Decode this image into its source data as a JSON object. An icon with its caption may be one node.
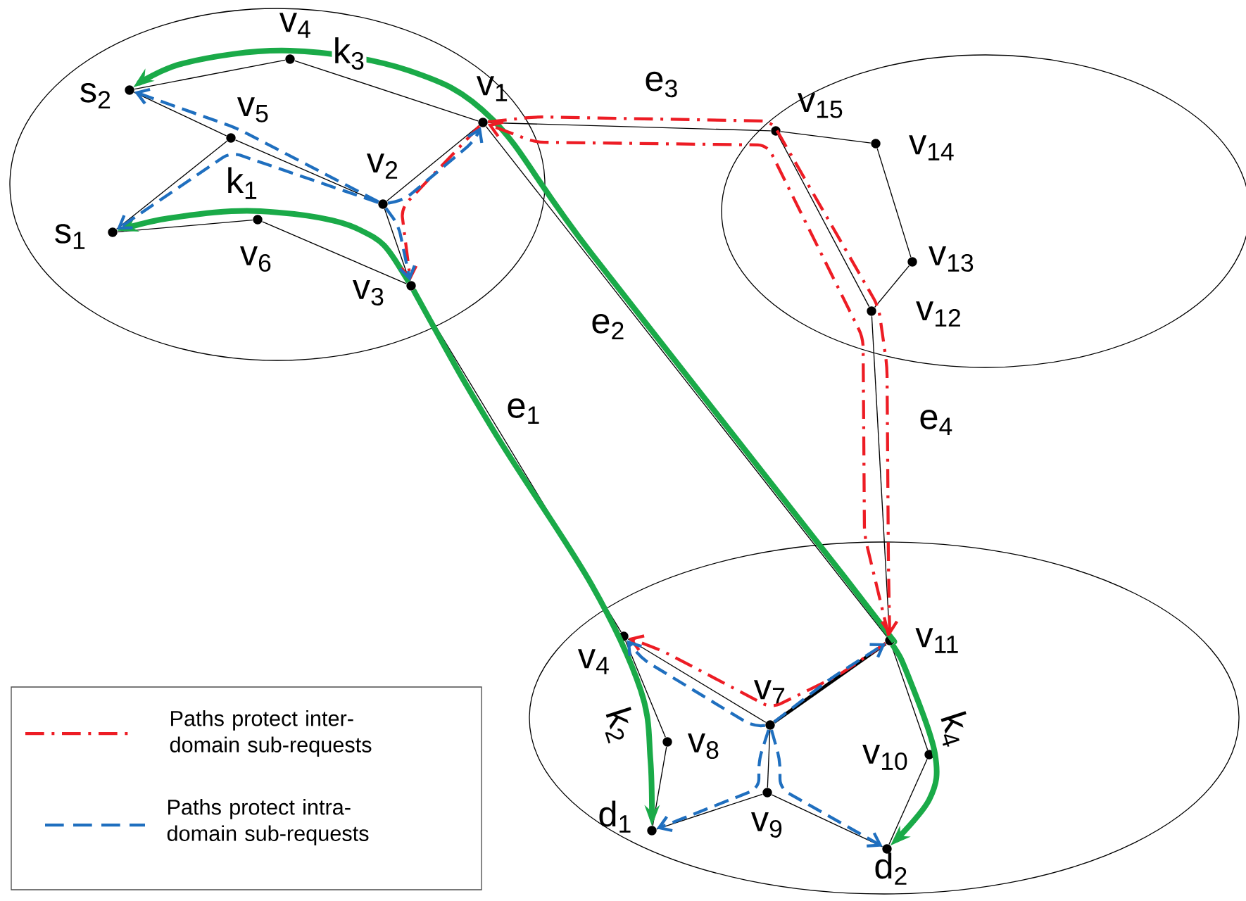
{
  "diagram": {
    "nodes": [
      {
        "text": [],
        "shape": "ellipse"
      },
      {
        "text": [
          "s$_{2}$"
        ],
        "in": 0
      },
      {
        "text": [
          "v$_{4}$"
        ],
        "in": 0
      },
      {
        "text": [
          "v$_{1}$"
        ],
        "in": 0
      },
      {
        "text": [
          "v$_{5}$"
        ],
        "in": 0
      },
      {
        "text": [
          "v$_{2}$"
        ],
        "in": 0
      },
      {
        "text": [
          "s$_{1}$"
        ],
        "in": 0
      },
      {
        "text": [
          "v$_{6}$"
        ],
        "in": 0
      },
      {
        "text": [
          "v$_{3}$"
        ],
        "in": 0
      },
      {
        "text": [],
        "shape": "ellipse"
      },
      {
        "text": [
          "v$_{15}$"
        ],
        "in": 9
      },
      {
        "text": [
          "v$_{14}$"
        ],
        "in": 9
      },
      {
        "text": [
          "v$_{13}$"
        ],
        "in": 9
      },
      {
        "text": [
          "v$_{12}$"
        ],
        "in": 9
      },
      {
        "text": [],
        "shape": "ellipse"
      },
      {
        "text": [
          "v$_{4}$"
        ],
        "in": 14
      },
      {
        "text": [
          "v$_{7}$"
        ],
        "in": 14
      },
      {
        "text": [
          "v$_{11}$"
        ],
        "in": 14
      },
      {
        "text": [
          "v$_{8}$"
        ],
        "in": 14
      },
      {
        "text": [
          "v$_{10}$"
        ],
        "in": 14
      },
      {
        "text": [
          "v$_{9}$"
        ],
        "in": 14
      },
      {
        "text": [
          "d$_{1}$"
        ],
        "in": 14
      },
      {
        "text": [
          "d$_{2}$"
        ],
        "in": 14
      }
    ],
    "edges": [
      {
        "from": 1,
        "to": 2,
        "arrow": "none"
      },
      {
        "from": 2,
        "to": 3,
        "arrow": "none"
      },
      {
        "from": 1,
        "to": 4,
        "arrow": "none"
      },
      {
        "from": 4,
        "to": 5,
        "arrow": "none"
      },
      {
        "from": 4,
        "to": 6,
        "arrow": "none"
      },
      {
        "from": 6,
        "to": 7,
        "arrow": "none"
      },
      {
        "from": 7,
        "to": 8,
        "arrow": "none"
      },
      {
        "from": 5,
        "to": 3,
        "arrow": "none"
      },
      {
        "from": 5,
        "to": 8,
        "arrow": "none"
      },
      {
        "from": 3,
        "to": 10,
        "arrow": "none",
        "label": "e$_{3}$"
      },
      {
        "from": 10,
        "to": 11,
        "arrow": "none"
      },
      {
        "from": 11,
        "to": 12,
        "arrow": "none"
      },
      {
        "from": 12,
        "to": 13,
        "arrow": "none"
      },
      {
        "from": 10,
        "to": 13,
        "arrow": "none"
      },
      {
        "from": 8,
        "to": 15,
        "arrow": "none",
        "label": "e$_{1}$"
      },
      {
        "from": 3,
        "to": 17,
        "arrow": "none",
        "label": "e$_{2}$"
      },
      {
        "from": 13,
        "to": 17,
        "arrow": "none",
        "label": "e$_{4}$"
      },
      {
        "from": 15,
        "to": 18,
        "arrow": "none"
      },
      {
        "from": 18,
        "to": 21,
        "arrow": "none"
      },
      {
        "from": 15,
        "to": 16,
        "arrow": "none"
      },
      {
        "from": 16,
        "to": 17,
        "arrow": "none",
        "style": "thick"
      },
      {
        "from": 16,
        "to": 20,
        "arrow": "none"
      },
      {
        "from": 20,
        "to": 21,
        "arrow": "none"
      },
      {
        "from": 20,
        "to": 22,
        "arrow": "none"
      },
      {
        "from": 17,
        "to": 19,
        "arrow": "none"
      },
      {
        "from": 19,
        "to": 22,
        "arrow": "none"
      },
      {
        "from": 8,
        "to": 6,
        "arrow": "to",
        "label": "k$_{1}$",
        "style": "thick",
        "color": "#1aaa48"
      },
      {
        "from": 8,
        "to": 21,
        "arrow": "to",
        "label": "k$_{2}$",
        "style": "thick",
        "color": "#1aaa48"
      },
      {
        "from": 17,
        "to": 1,
        "arrow": "to",
        "label": "k$_{3}$",
        "style": "thick",
        "color": "#1aaa48"
      },
      {
        "from": 17,
        "to": 22,
        "arrow": "to",
        "label": "k$_{4}$",
        "style": "thick",
        "color": "#1aaa48"
      },
      {
        "from": 3,
        "to": 8,
        "arrow": "to",
        "style": "dashed",
        "color": "#ed1c24"
      },
      {
        "from": 3,
        "to": 17,
        "arrow": "to",
        "style": "dashed",
        "color": "#ed1c24"
      },
      {
        "from": 17,
        "to": 3,
        "arrow": "to",
        "style": "dashed",
        "color": "#ed1c24"
      },
      {
        "from": 17,
        "to": 15,
        "arrow": "to",
        "style": "dashed",
        "color": "#ed1c24"
      },
      {
        "from": 5,
        "to": 3,
        "arrow": "to",
        "style": "dashed",
        "color": "#1f6fbf"
      },
      {
        "from": 5,
        "to": 1,
        "arrow": "to",
        "style": "dashed",
        "color": "#1f6fbf"
      },
      {
        "from": 5,
        "to": 6,
        "arrow": "to",
        "style": "dashed",
        "color": "#1f6fbf"
      },
      {
        "from": 5,
        "to": 8,
        "arrow": "to",
        "style": "dashed",
        "color": "#1f6fbf"
      },
      {
        "from": 16,
        "to": 15,
        "arrow": "to",
        "style": "dashed",
        "color": "#1f6fbf"
      },
      {
        "from": 16,
        "to": 17,
        "arrow": "to",
        "style": "dashed",
        "color": "#1f6fbf"
      },
      {
        "from": 16,
        "to": 21,
        "arrow": "to",
        "style": "dashed",
        "color": "#1f6fbf"
      },
      {
        "from": 16,
        "to": 22,
        "arrow": "to",
        "style": "dashed",
        "color": "#1f6fbf"
      }
    ],
    "legend": [
      {
        "text": "Paths protect inter-domain sub-requests"
      },
      {
        "text": "Paths protect intra-domain sub-requests"
      }
    ]
  }
}
